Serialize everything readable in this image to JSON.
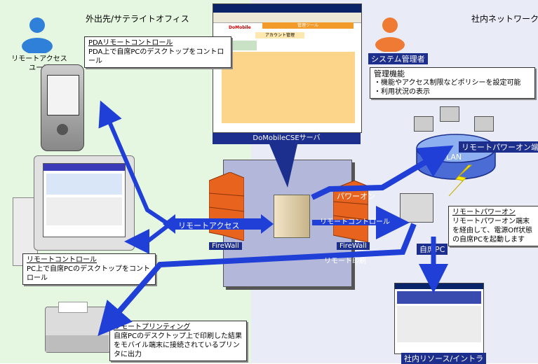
{
  "zones": {
    "left_title": "外出先/サテライトオフィス",
    "right_title": "社内ネットワーク"
  },
  "users": {
    "remote_user": "リモートアクセスユーザ",
    "admin": "システム管理者"
  },
  "callouts": {
    "pda": {
      "title": "PDAリモートコントロール",
      "body": "PDA上で自席PCのデスクトップをコントロール"
    },
    "pc": {
      "title": "リモートコントロール",
      "body": "PC上で自席PCのデスクトップをコントロール"
    },
    "printing": {
      "title": "リモートプリンティング",
      "body": "自席PCのデスクトップ上で印刷した結果をモバイル端末に接続されているプリンタに出力"
    },
    "admin_func": {
      "title": "管理機能",
      "items": [
        "・機能やアクセス制限などポリシーを設定可能",
        "・利用状況の表示"
      ]
    },
    "power_on": {
      "title": "リモートパワーオン",
      "body": "リモートパワーオン端末を経由して、電源Off状態の自席PCを起動します"
    }
  },
  "server": {
    "label": "DoMobileCSEサーバ",
    "screenshot_title": "管理ツール",
    "screenshot_brand": "DoMobile",
    "screenshot_tab": "アカウント管理"
  },
  "network": {
    "lan": "LAN",
    "power_on_terminal": "リモートパワーオン端末",
    "own_pc": "自席PC",
    "intranet": "社内リソース/イントラ"
  },
  "firewalls": [
    "FireWall",
    "FireWall"
  ],
  "arrows": {
    "remote_access": "リモートアクセス",
    "power_on": "パワーオン",
    "remote_control": "リモートコントロール",
    "remote_print": "リモート印刷"
  },
  "colors": {
    "arrow_blue": "#1f3fd6",
    "label_blue": "#1d2f8c",
    "left_bg": "#e6f7e1",
    "right_bg": "#e9ecf6",
    "firewall": "#e8641e"
  }
}
